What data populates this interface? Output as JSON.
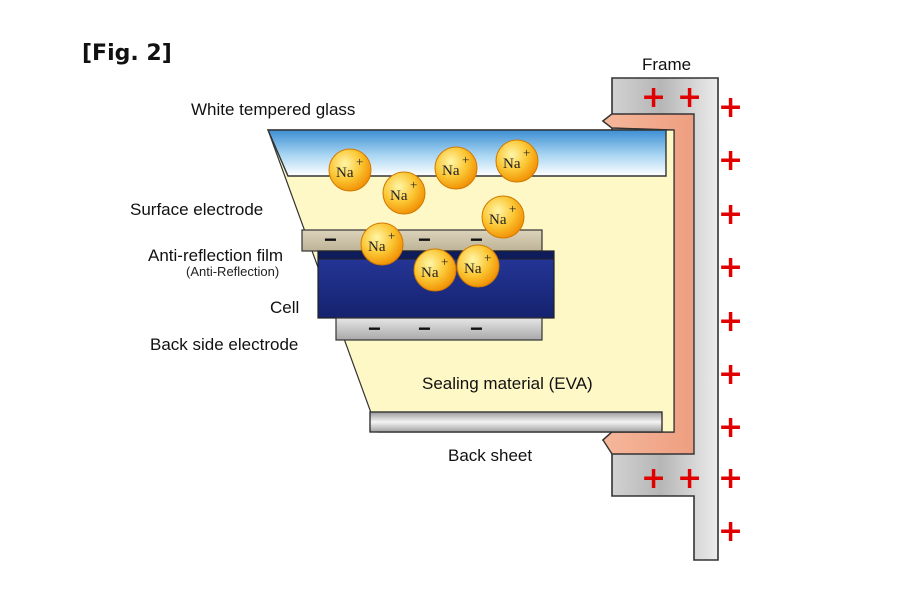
{
  "figure_label": "[Fig. 2]",
  "labels": {
    "frame": "Frame",
    "glass": "White tempered glass",
    "surface_electrode": "Surface electrode",
    "anti_reflection": "Anti-reflection film",
    "anti_reflection_sub": "(Anti-Reflection)",
    "cell": "Cell",
    "back_electrode": "Back side electrode",
    "sealing": "Sealing material (EVA)",
    "back_sheet": "Back sheet"
  },
  "ion": {
    "symbol": "Na",
    "charge": "+"
  },
  "positive_sign": "+",
  "negative_sign": "−",
  "colors": {
    "ion": "#f7a600",
    "plus": "#e00000",
    "cell": "#1e2f8c",
    "sealing": "#fdf8c6",
    "frame": "#c8c8c8",
    "frame_inner": "#f2a888",
    "glass": "#5aa8e0"
  }
}
